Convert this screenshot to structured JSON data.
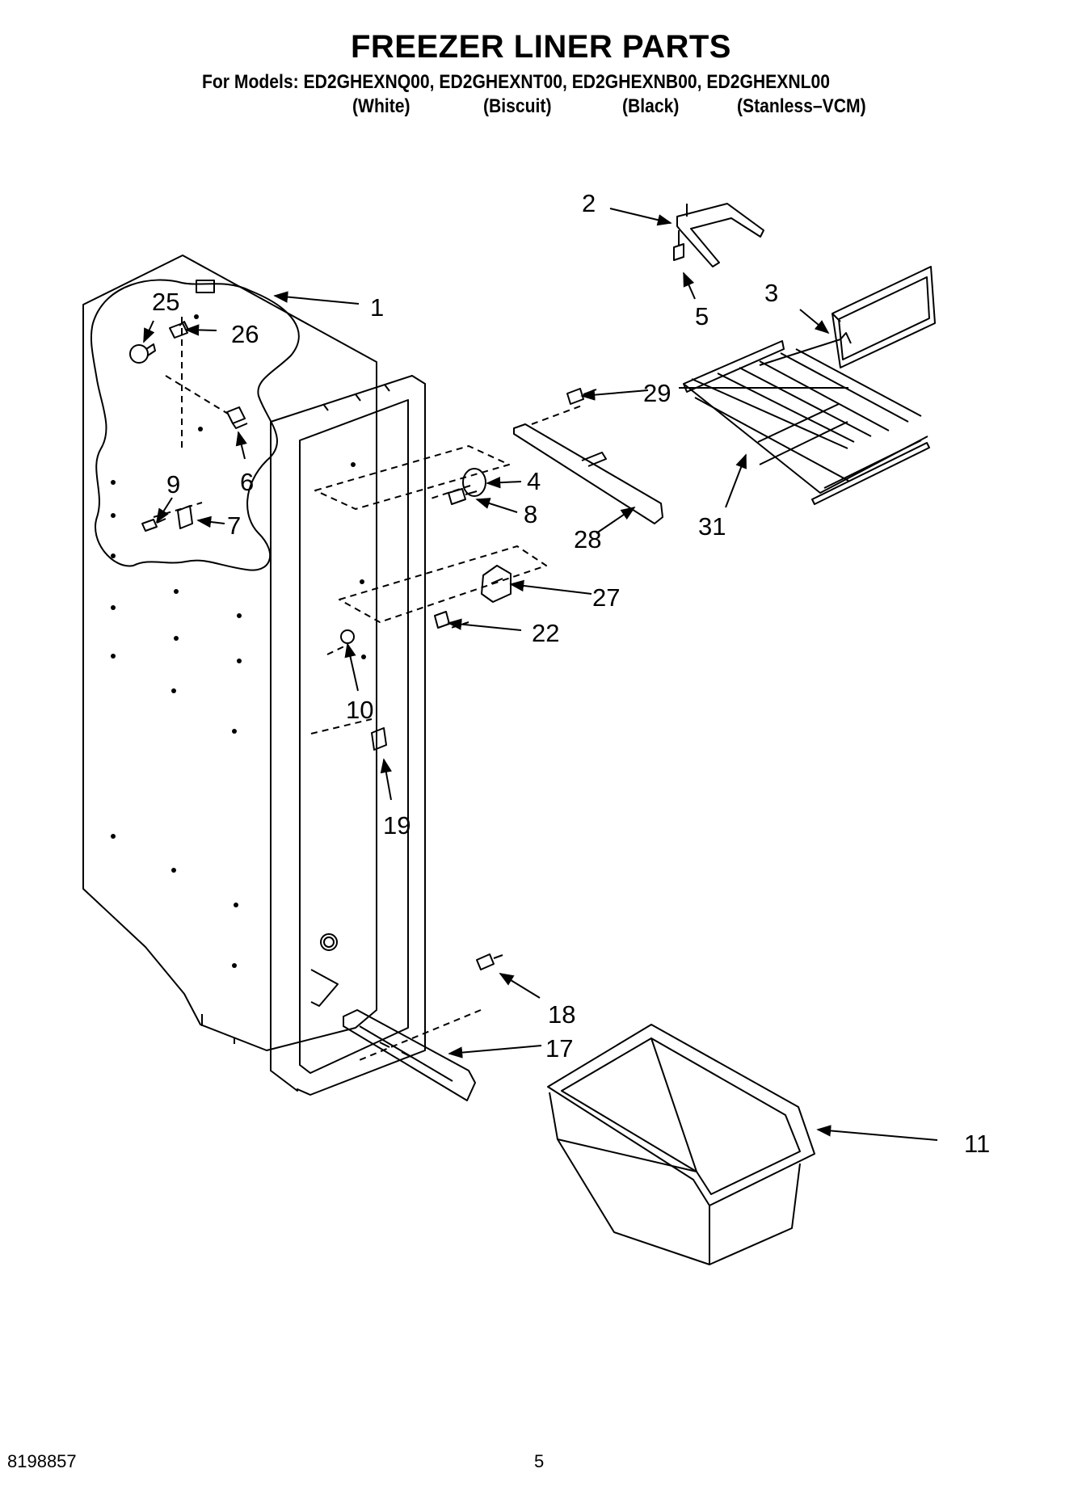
{
  "header": {
    "title": "FREEZER LINER PARTS",
    "models_line": "For Models: ED2GHEXNQ00, ED2GHEXNT00, ED2GHEXNB00, ED2GHEXNL00",
    "colors": [
      "(White)",
      "(Biscuit)",
      "(Black)",
      "(Stanless–VCM)"
    ]
  },
  "callouts": [
    "1",
    "2",
    "3",
    "4",
    "5",
    "6",
    "7",
    "8",
    "9",
    "10",
    "11",
    "17",
    "18",
    "19",
    "22",
    "25",
    "26",
    "27",
    "28",
    "29",
    "31"
  ],
  "footer": {
    "doc_number": "8198857",
    "page_number": "5"
  }
}
